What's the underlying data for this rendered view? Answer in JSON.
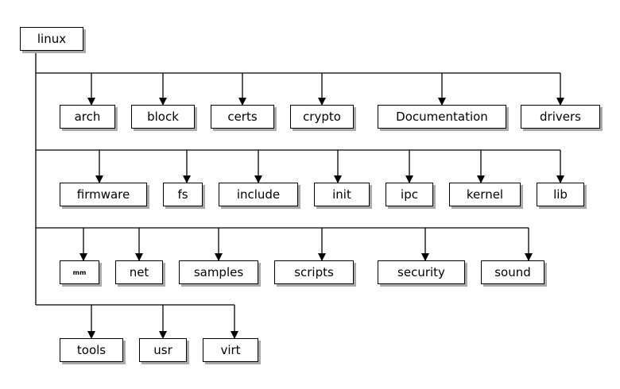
{
  "colors": {
    "line": "#000000",
    "box_border": "#000000",
    "shadow": "#aaaaaa",
    "background": "#ffffff"
  },
  "root": {
    "label": "linux"
  },
  "rows": [
    {
      "items": [
        {
          "label": "arch"
        },
        {
          "label": "block"
        },
        {
          "label": "certs"
        },
        {
          "label": "crypto"
        },
        {
          "label": "Documentation"
        },
        {
          "label": "drivers"
        }
      ]
    },
    {
      "items": [
        {
          "label": "firmware"
        },
        {
          "label": "fs"
        },
        {
          "label": "include"
        },
        {
          "label": "init"
        },
        {
          "label": "ipc"
        },
        {
          "label": "kernel"
        },
        {
          "label": "lib"
        }
      ]
    },
    {
      "items": [
        {
          "label": "mm"
        },
        {
          "label": "net"
        },
        {
          "label": "samples"
        },
        {
          "label": "scripts"
        },
        {
          "label": "security"
        },
        {
          "label": "sound"
        }
      ]
    },
    {
      "items": [
        {
          "label": "tools"
        },
        {
          "label": "usr"
        },
        {
          "label": "virt"
        }
      ]
    }
  ]
}
